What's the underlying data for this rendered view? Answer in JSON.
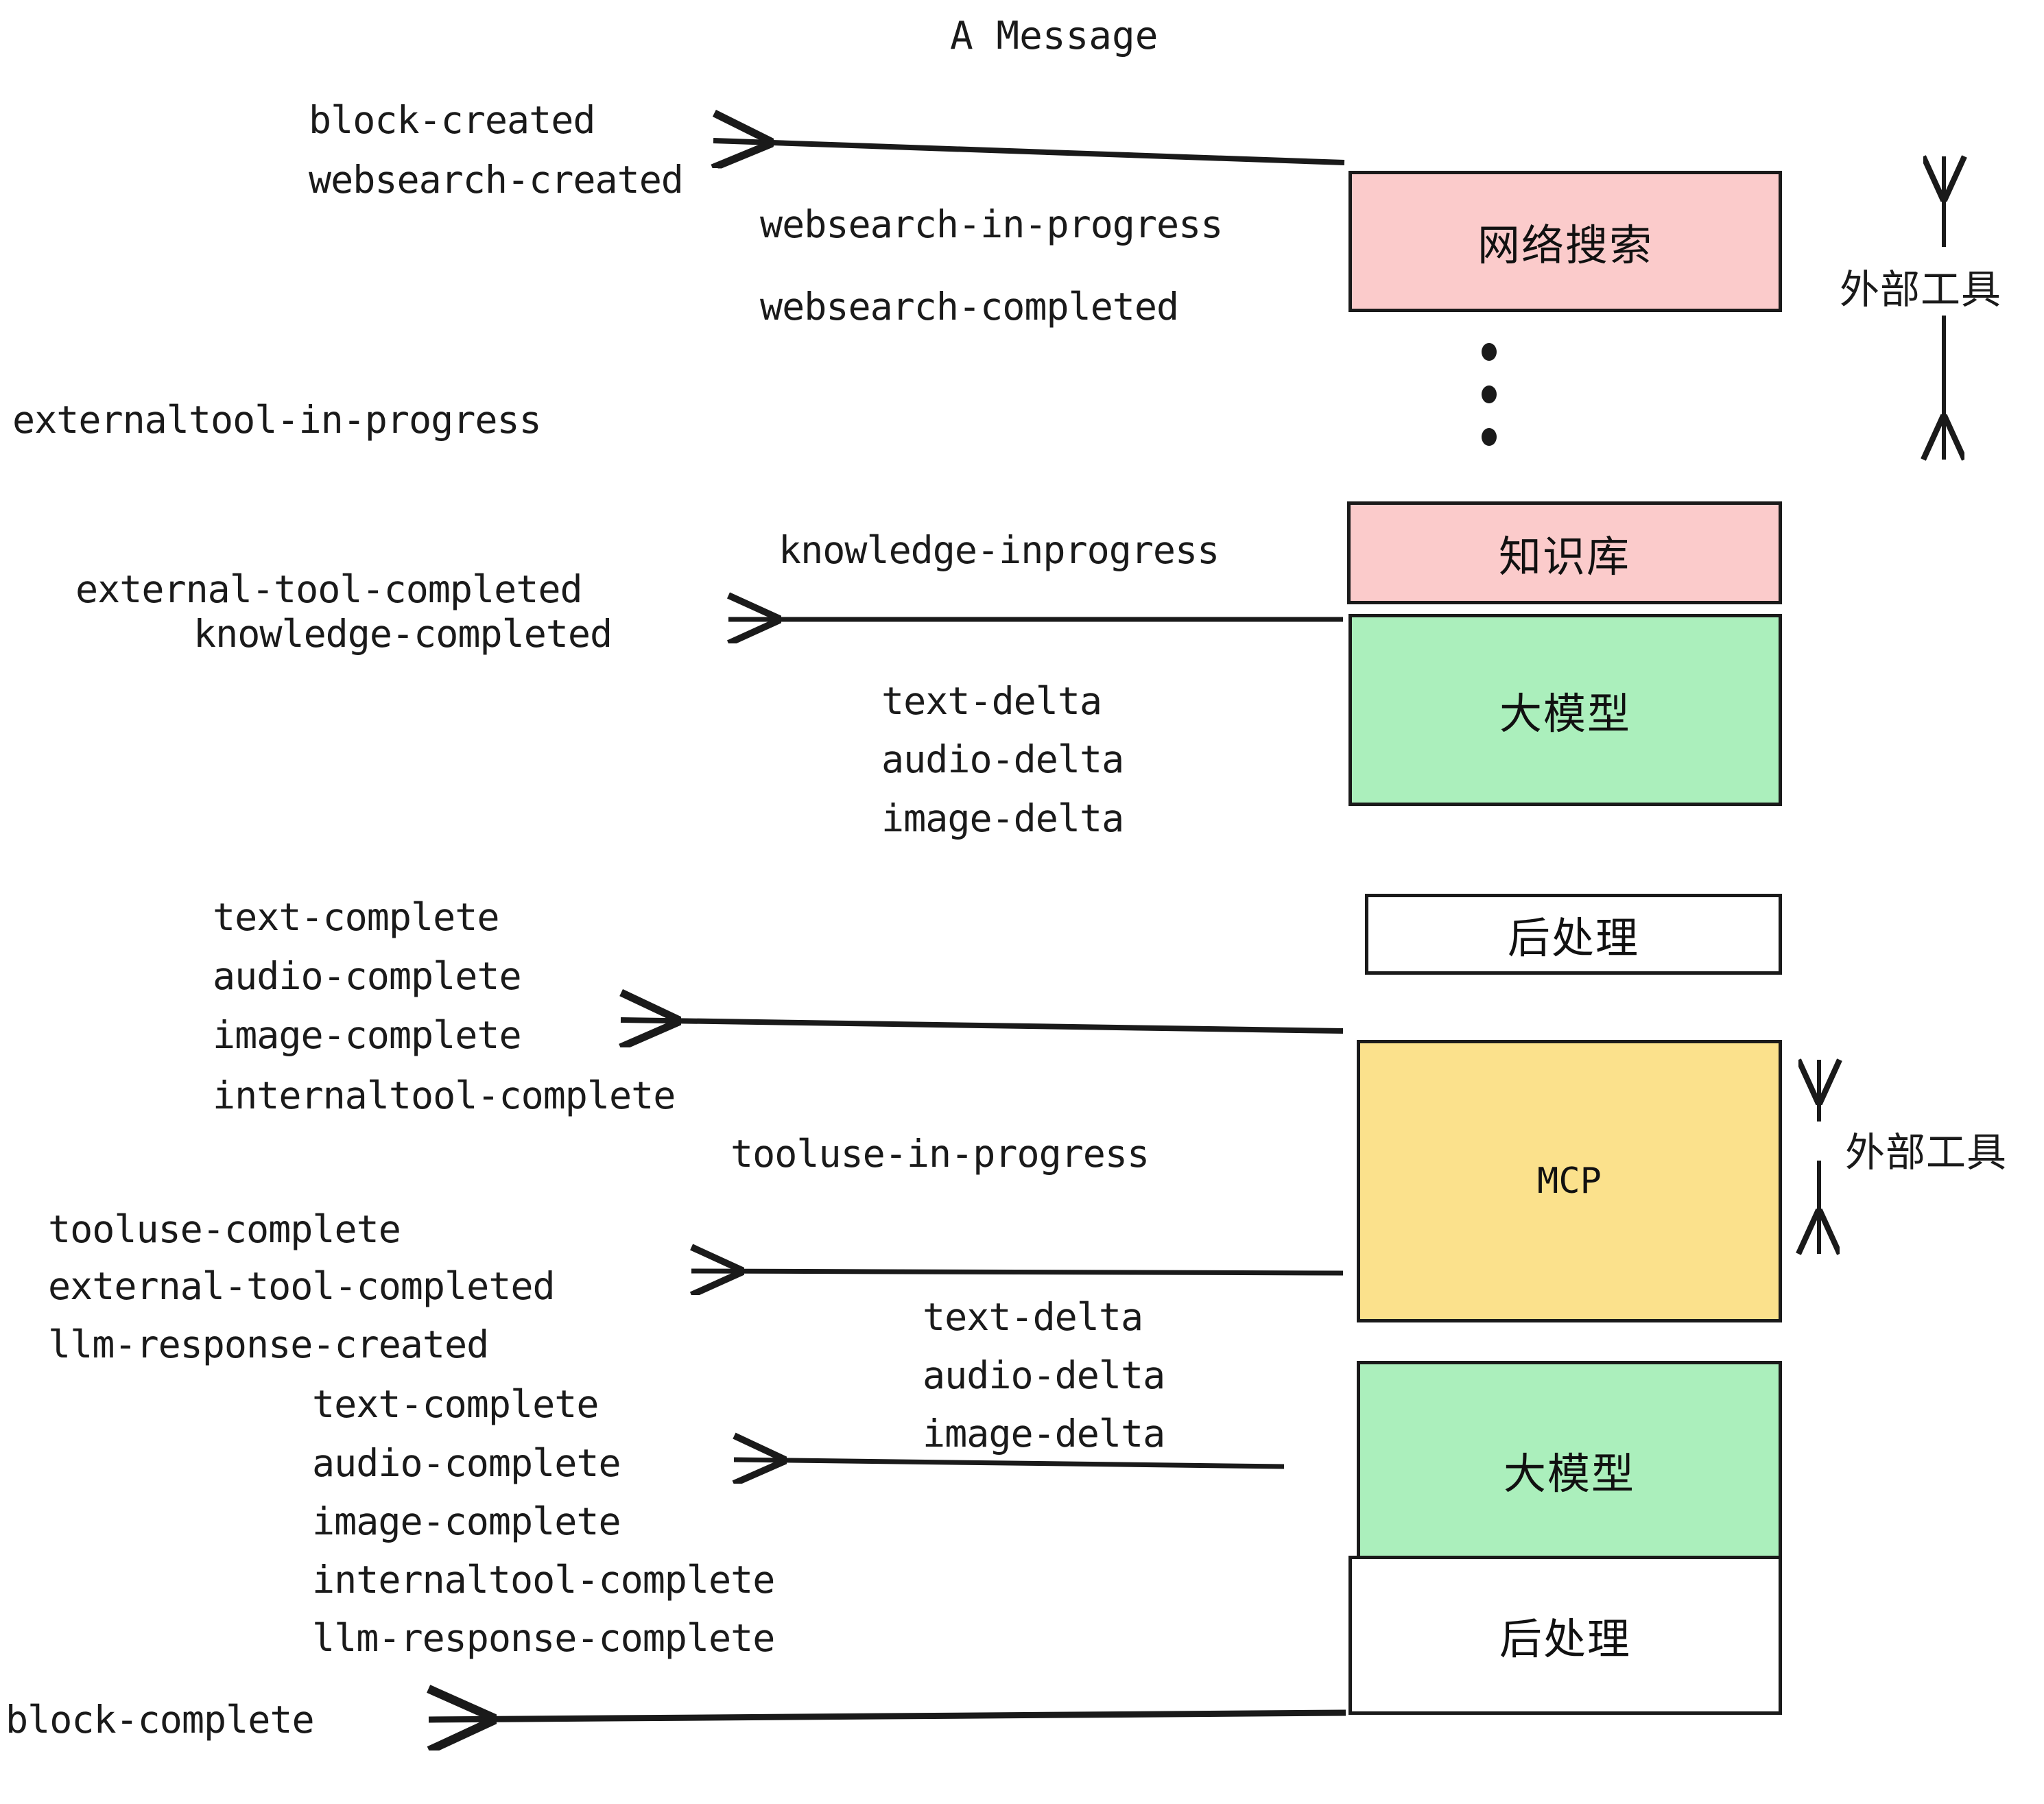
{
  "title": "A Message",
  "colors": {
    "pink": "#FBCBCB",
    "green": "#ABEFBC",
    "yellow": "#FBE18C",
    "white": "#FFFFFF",
    "stroke": "#1A1A1A",
    "text": "#1A1A1A"
  },
  "boxes": [
    {
      "id": "websearch",
      "label": "网络搜索",
      "fill": "#FBCBCB"
    },
    {
      "id": "knowledge",
      "label": "知识库",
      "fill": "#FBCBCB"
    },
    {
      "id": "llm-1",
      "label": "大模型",
      "fill": "#ABEFBC"
    },
    {
      "id": "postprocess-1",
      "label": "后处理",
      "fill": "#FFFFFF"
    },
    {
      "id": "mcp",
      "label": "MCP",
      "fill": "#FBE18C"
    },
    {
      "id": "llm-2",
      "label": "大模型",
      "fill": "#ABEFBC"
    },
    {
      "id": "postprocess-2",
      "label": "后处理",
      "fill": "#FFFFFF"
    }
  ],
  "side_labels": [
    {
      "id": "external-tool-top",
      "text": "外部工具"
    },
    {
      "id": "external-tool-bottom",
      "text": "外部工具"
    }
  ],
  "events": [
    {
      "id": "block-created",
      "text": "block-created"
    },
    {
      "id": "websearch-created",
      "text": "websearch-created"
    },
    {
      "id": "websearch-in-progress",
      "text": "websearch-in-progress"
    },
    {
      "id": "websearch-completed",
      "text": "websearch-completed"
    },
    {
      "id": "externaltool-in-progress",
      "text": "externaltool-in-progress"
    },
    {
      "id": "knowledge-inprogress",
      "text": "knowledge-inprogress"
    },
    {
      "id": "external-tool-completed-1",
      "text": "external-tool-completed"
    },
    {
      "id": "knowledge-completed",
      "text": "knowledge-completed"
    },
    {
      "id": "text-delta-1",
      "text": "text-delta"
    },
    {
      "id": "audio-delta-1",
      "text": "audio-delta"
    },
    {
      "id": "image-delta-1",
      "text": "image-delta"
    },
    {
      "id": "text-complete-1",
      "text": "text-complete"
    },
    {
      "id": "audio-complete-1",
      "text": "audio-complete"
    },
    {
      "id": "image-complete-1",
      "text": "image-complete"
    },
    {
      "id": "internaltool-complete-1",
      "text": "internaltool-complete"
    },
    {
      "id": "tooluse-in-progress",
      "text": "tooluse-in-progress"
    },
    {
      "id": "tooluse-complete",
      "text": "tooluse-complete"
    },
    {
      "id": "external-tool-completed-2",
      "text": "external-tool-completed"
    },
    {
      "id": "llm-response-created",
      "text": "llm-response-created"
    },
    {
      "id": "text-complete-2",
      "text": "text-complete"
    },
    {
      "id": "text-delta-2",
      "text": "text-delta"
    },
    {
      "id": "audio-delta-2",
      "text": "audio-delta"
    },
    {
      "id": "image-delta-2",
      "text": "image-delta"
    },
    {
      "id": "audio-complete-2",
      "text": "audio-complete"
    },
    {
      "id": "image-complete-2",
      "text": "image-complete"
    },
    {
      "id": "internaltool-complete-2",
      "text": "internaltool-complete"
    },
    {
      "id": "llm-response-complete",
      "text": "llm-response-complete"
    },
    {
      "id": "block-complete",
      "text": "block-complete"
    }
  ],
  "ellipsis": {
    "dots": 3
  }
}
